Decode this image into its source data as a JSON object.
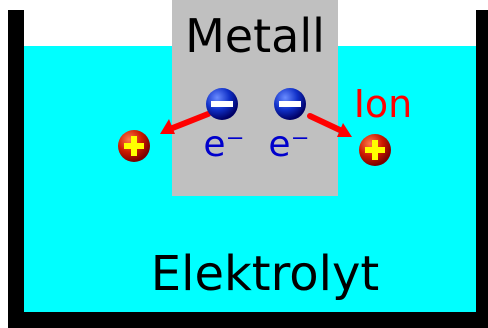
{
  "labels": {
    "metal": "Metall",
    "electrolyte": "Elektrolyt",
    "ion": "Ion",
    "electron_left": "e⁻",
    "electron_right": "e⁻"
  },
  "symbols": {
    "minus": "−",
    "plus": "+"
  },
  "colors": {
    "electrolyte": "#00FFFF",
    "metal": "#C0C0C0",
    "vessel_wall": "#000000",
    "electron": "#000099",
    "ion": "#CC0000",
    "ion_symbol": "#FFFF00",
    "arrow": "#FF0000",
    "ion_label": "#FF0000"
  },
  "icons": {
    "electron": "minus-circle-icon",
    "ion": "plus-circle-icon",
    "arrow": "arrow-icon"
  }
}
